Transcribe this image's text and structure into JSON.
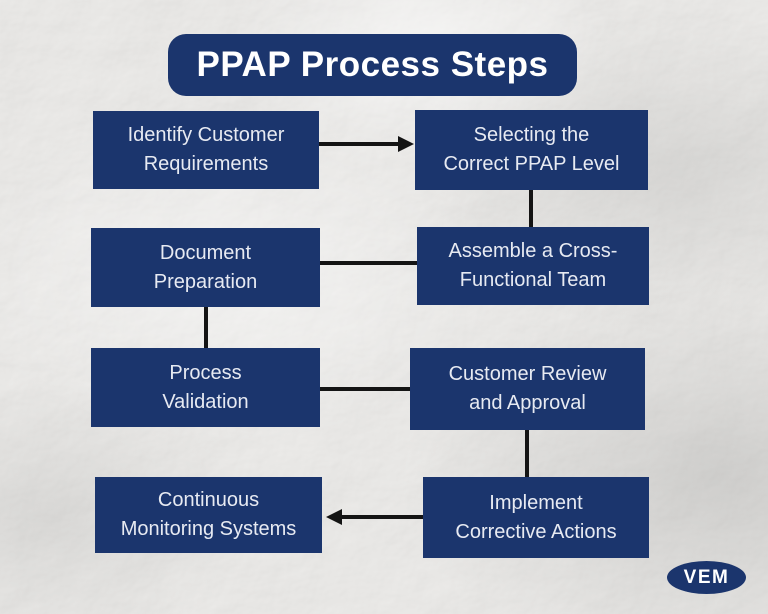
{
  "title": "PPAP Process Steps",
  "colors": {
    "box_navy": "#1b356d",
    "box_text": "#e7eaf2",
    "title_text": "#ffffff",
    "connector_black": "#141414",
    "background_gray": "#edecea"
  },
  "steps": [
    {
      "id": "identify-customer-requirements",
      "label": "Identify Customer\nRequirements"
    },
    {
      "id": "selecting-correct-ppap-level",
      "label": "Selecting the\nCorrect PPAP Level"
    },
    {
      "id": "assemble-cross-functional-team",
      "label": "Assemble a Cross-\nFunctional Team"
    },
    {
      "id": "document-preparation",
      "label": "Document\nPreparation"
    },
    {
      "id": "process-validation",
      "label": "Process\nValidation"
    },
    {
      "id": "customer-review-and-approval",
      "label": "Customer Review\nand Approval"
    },
    {
      "id": "implement-corrective-actions",
      "label": "Implement\nCorrective Actions"
    },
    {
      "id": "continuous-monitoring-systems",
      "label": "Continuous\nMonitoring Systems"
    }
  ],
  "edges": [
    {
      "from": "identify-customer-requirements",
      "to": "selecting-correct-ppap-level",
      "arrowhead": true
    },
    {
      "from": "selecting-correct-ppap-level",
      "to": "assemble-cross-functional-team",
      "arrowhead": false
    },
    {
      "from": "assemble-cross-functional-team",
      "to": "document-preparation",
      "arrowhead": false
    },
    {
      "from": "document-preparation",
      "to": "process-validation",
      "arrowhead": false
    },
    {
      "from": "process-validation",
      "to": "customer-review-and-approval",
      "arrowhead": false
    },
    {
      "from": "customer-review-and-approval",
      "to": "implement-corrective-actions",
      "arrowhead": false
    },
    {
      "from": "implement-corrective-actions",
      "to": "continuous-monitoring-systems",
      "arrowhead": true
    }
  ],
  "logo": {
    "text": "VEM"
  }
}
